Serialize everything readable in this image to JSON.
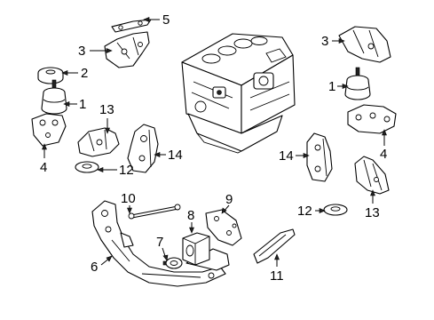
{
  "callouts": [
    {
      "id": "c5",
      "label": "5"
    },
    {
      "id": "c3l",
      "label": "3"
    },
    {
      "id": "c2",
      "label": "2"
    },
    {
      "id": "c1l",
      "label": "1"
    },
    {
      "id": "c4l",
      "label": "4"
    },
    {
      "id": "c13l",
      "label": "13"
    },
    {
      "id": "c12l",
      "label": "12"
    },
    {
      "id": "c14l",
      "label": "14"
    },
    {
      "id": "c3r",
      "label": "3"
    },
    {
      "id": "c1r",
      "label": "1"
    },
    {
      "id": "c4r",
      "label": "4"
    },
    {
      "id": "c14r",
      "label": "14"
    },
    {
      "id": "c12r",
      "label": "12"
    },
    {
      "id": "c13r",
      "label": "13"
    },
    {
      "id": "c10",
      "label": "10"
    },
    {
      "id": "c9",
      "label": "9"
    },
    {
      "id": "c8",
      "label": "8"
    },
    {
      "id": "c7",
      "label": "7"
    },
    {
      "id": "c6",
      "label": "6"
    },
    {
      "id": "c11",
      "label": "11"
    }
  ]
}
